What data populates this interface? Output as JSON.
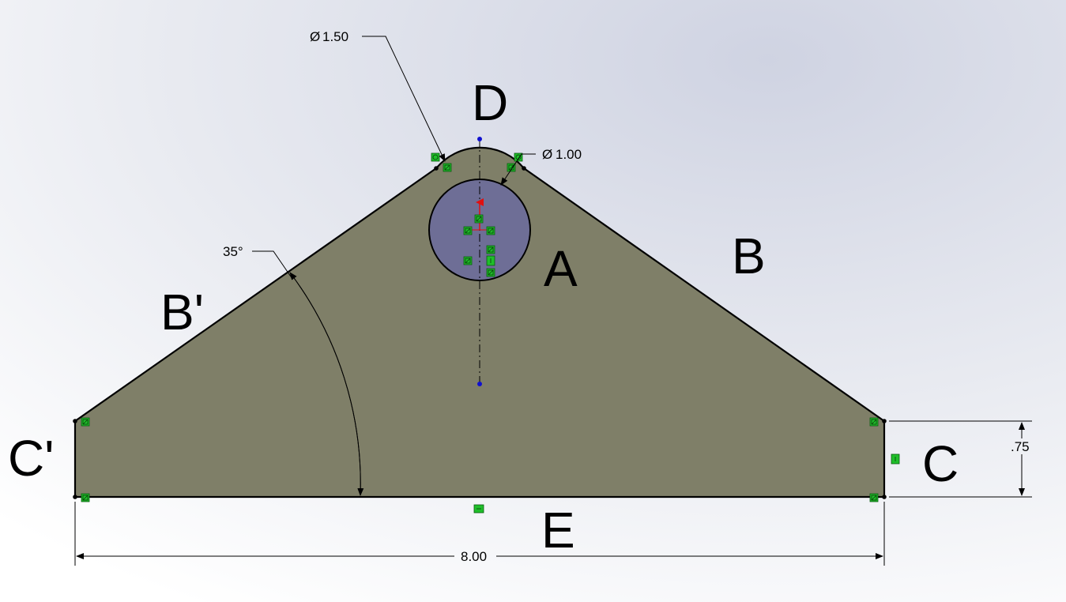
{
  "labels": {
    "hole": "A",
    "right_edge": "B",
    "left_edge": "B'",
    "right_side": "C",
    "left_side": "C'",
    "top": "D",
    "bottom": "E"
  },
  "dimensions": {
    "arc_diameter": "1.50",
    "hole_diameter": "1.00",
    "angle": "35°",
    "side_height": ".75",
    "width": "8.00"
  },
  "symbols": {
    "diameter": "Ø"
  },
  "colors": {
    "part_fill": "#7f7f68",
    "hole_fill": "#6e6e96",
    "relation": "#1fbf2a",
    "background": "#e6e8f0"
  }
}
